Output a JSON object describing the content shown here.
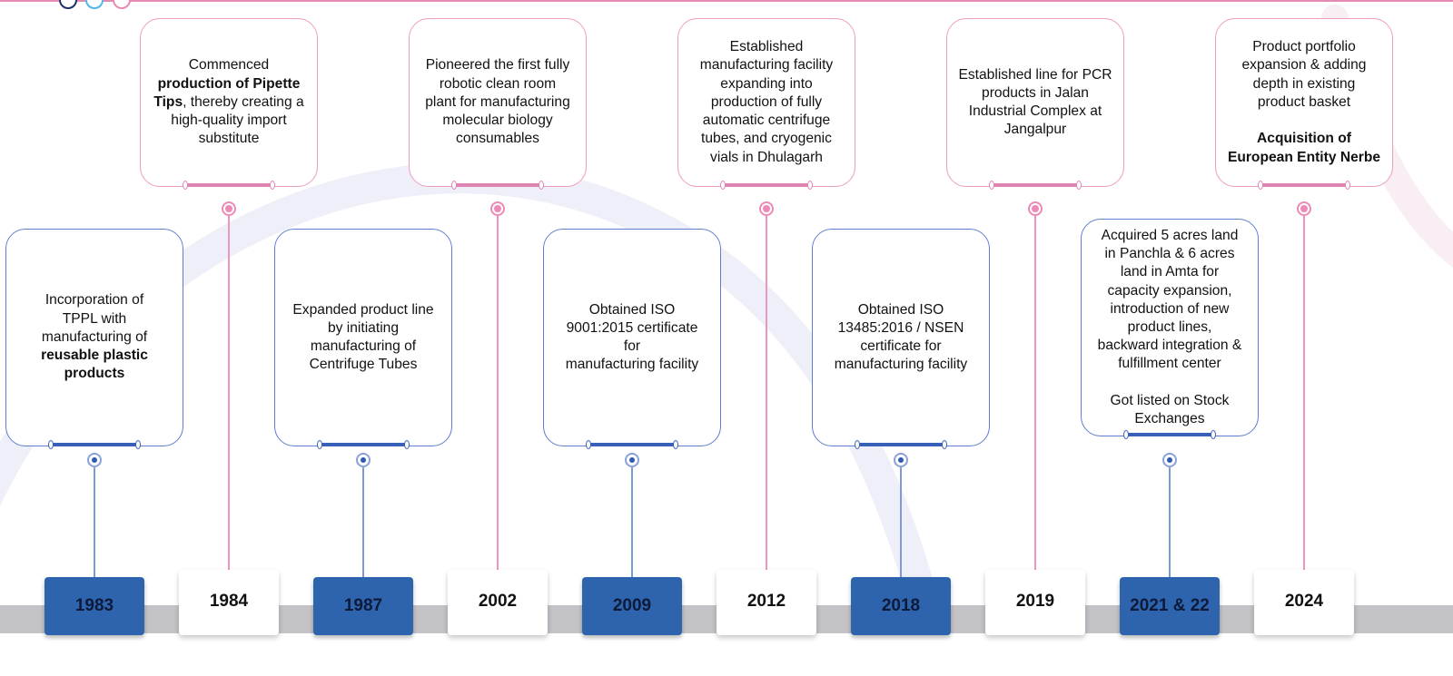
{
  "timeline": {
    "events": [
      {
        "year": "1983",
        "side": "bottom",
        "color": "blue",
        "text_before": "Incorporation of\nTPPL with\nmanufacturing of\n",
        "bold": "reusable plastic\nproducts",
        "text_after": ""
      },
      {
        "year": "1984",
        "side": "top",
        "color": "pink",
        "text_before": "Commenced\n",
        "bold": "production of Pipette\nTips",
        "text_after": ", thereby creating a\nhigh-quality import\nsubstitute"
      },
      {
        "year": "1987",
        "side": "bottom",
        "color": "blue",
        "text_before": "Expanded product line\nby initiating\nmanufacturing of\nCentrifuge Tubes",
        "bold": "",
        "text_after": ""
      },
      {
        "year": "2002",
        "side": "top",
        "color": "pink",
        "text_before": "Pioneered the first fully\nrobotic clean room\nplant for manufacturing\nmolecular biology\nconsumables",
        "bold": "",
        "text_after": ""
      },
      {
        "year": "2009",
        "side": "bottom",
        "color": "blue",
        "text_before": "Obtained ISO\n9001:2015 certificate\nfor\nmanufacturing facility",
        "bold": "",
        "text_after": ""
      },
      {
        "year": "2012",
        "side": "top",
        "color": "pink",
        "text_before": "Established\nmanufacturing facility\nexpanding into\nproduction  of fully\nautomatic centrifuge\ntubes, and cryogenic\nvials in  Dhulagarh",
        "bold": "",
        "text_after": ""
      },
      {
        "year": "2018",
        "side": "bottom",
        "color": "blue",
        "text_before": "Obtained ISO\n13485:2016 / NSEN\ncertificate for\nmanufacturing facility",
        "bold": "",
        "text_after": ""
      },
      {
        "year": "2019",
        "side": "top",
        "color": "pink",
        "text_before": "Established line for PCR\nproducts in Jalan\nIndustrial  Complex at\nJangalpur",
        "bold": "",
        "text_after": ""
      },
      {
        "year": "2021 & 22",
        "side": "bottom",
        "color": "blue",
        "text_before": "Acquired 5 acres land\nin Panchla & 6 acres\nland in Amta for\ncapacity expansion,\nintroduction of new\nproduct lines,\nbackward integration &\nfulfillment center\n\nGot listed on Stock\nExchanges",
        "bold": "",
        "text_after": ""
      },
      {
        "year": "2024",
        "side": "top",
        "color": "pink",
        "text_before": "Product portfolio\nexpansion & adding\ndepth in existing\nproduct basket\n\n",
        "bold": "Acquisition of\nEuropean Entity Nerbe",
        "text_after": ""
      }
    ]
  },
  "colors": {
    "accent_pink": "#e48ab5",
    "accent_blue": "#2d64ad",
    "track_gray": "#c3c2c6"
  }
}
